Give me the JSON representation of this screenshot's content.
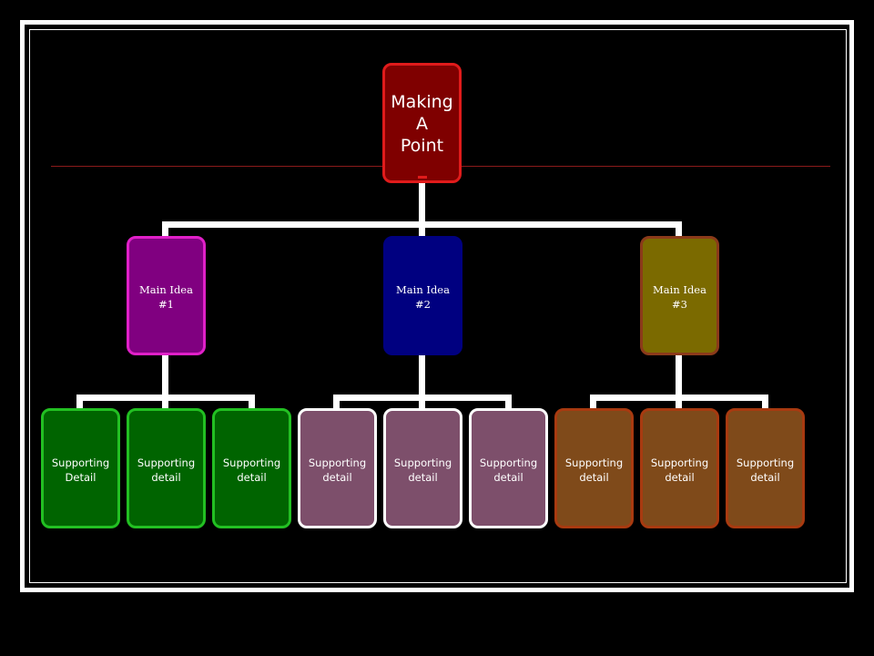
{
  "diagram": {
    "root": {
      "lines": [
        "Making",
        "A",
        "Point"
      ],
      "fill": "#7f0000",
      "border": "#e01b1b"
    },
    "main_ideas": [
      {
        "lines": [
          "Main Idea",
          "#1"
        ],
        "fill": "#800080",
        "border": "#e020c8",
        "details": [
          {
            "lines": [
              "Supporting",
              "Detail"
            ]
          },
          {
            "lines": [
              "Supporting",
              "detail"
            ]
          },
          {
            "lines": [
              "Supporting",
              "detail"
            ]
          }
        ],
        "detail_fill": "#006400",
        "detail_border": "#22c022"
      },
      {
        "lines": [
          "Main Idea",
          "#2"
        ],
        "fill": "#000080",
        "border": "#000080",
        "details": [
          {
            "lines": [
              "Supporting",
              "detail"
            ]
          },
          {
            "lines": [
              "Supporting",
              "detail"
            ]
          },
          {
            "lines": [
              "Supporting",
              "detail"
            ]
          }
        ],
        "detail_fill": "#7d4f6b",
        "detail_border": "#ffffff"
      },
      {
        "lines": [
          "Main Idea",
          "#3"
        ],
        "fill": "#7b6a00",
        "border": "#8b3a1a",
        "details": [
          {
            "lines": [
              "Supporting",
              "detail"
            ]
          },
          {
            "lines": [
              "Supporting",
              "detail"
            ]
          },
          {
            "lines": [
              "Supporting",
              "detail"
            ]
          }
        ],
        "detail_fill": "#7f4a1a",
        "detail_border": "#a83a10"
      }
    ]
  }
}
